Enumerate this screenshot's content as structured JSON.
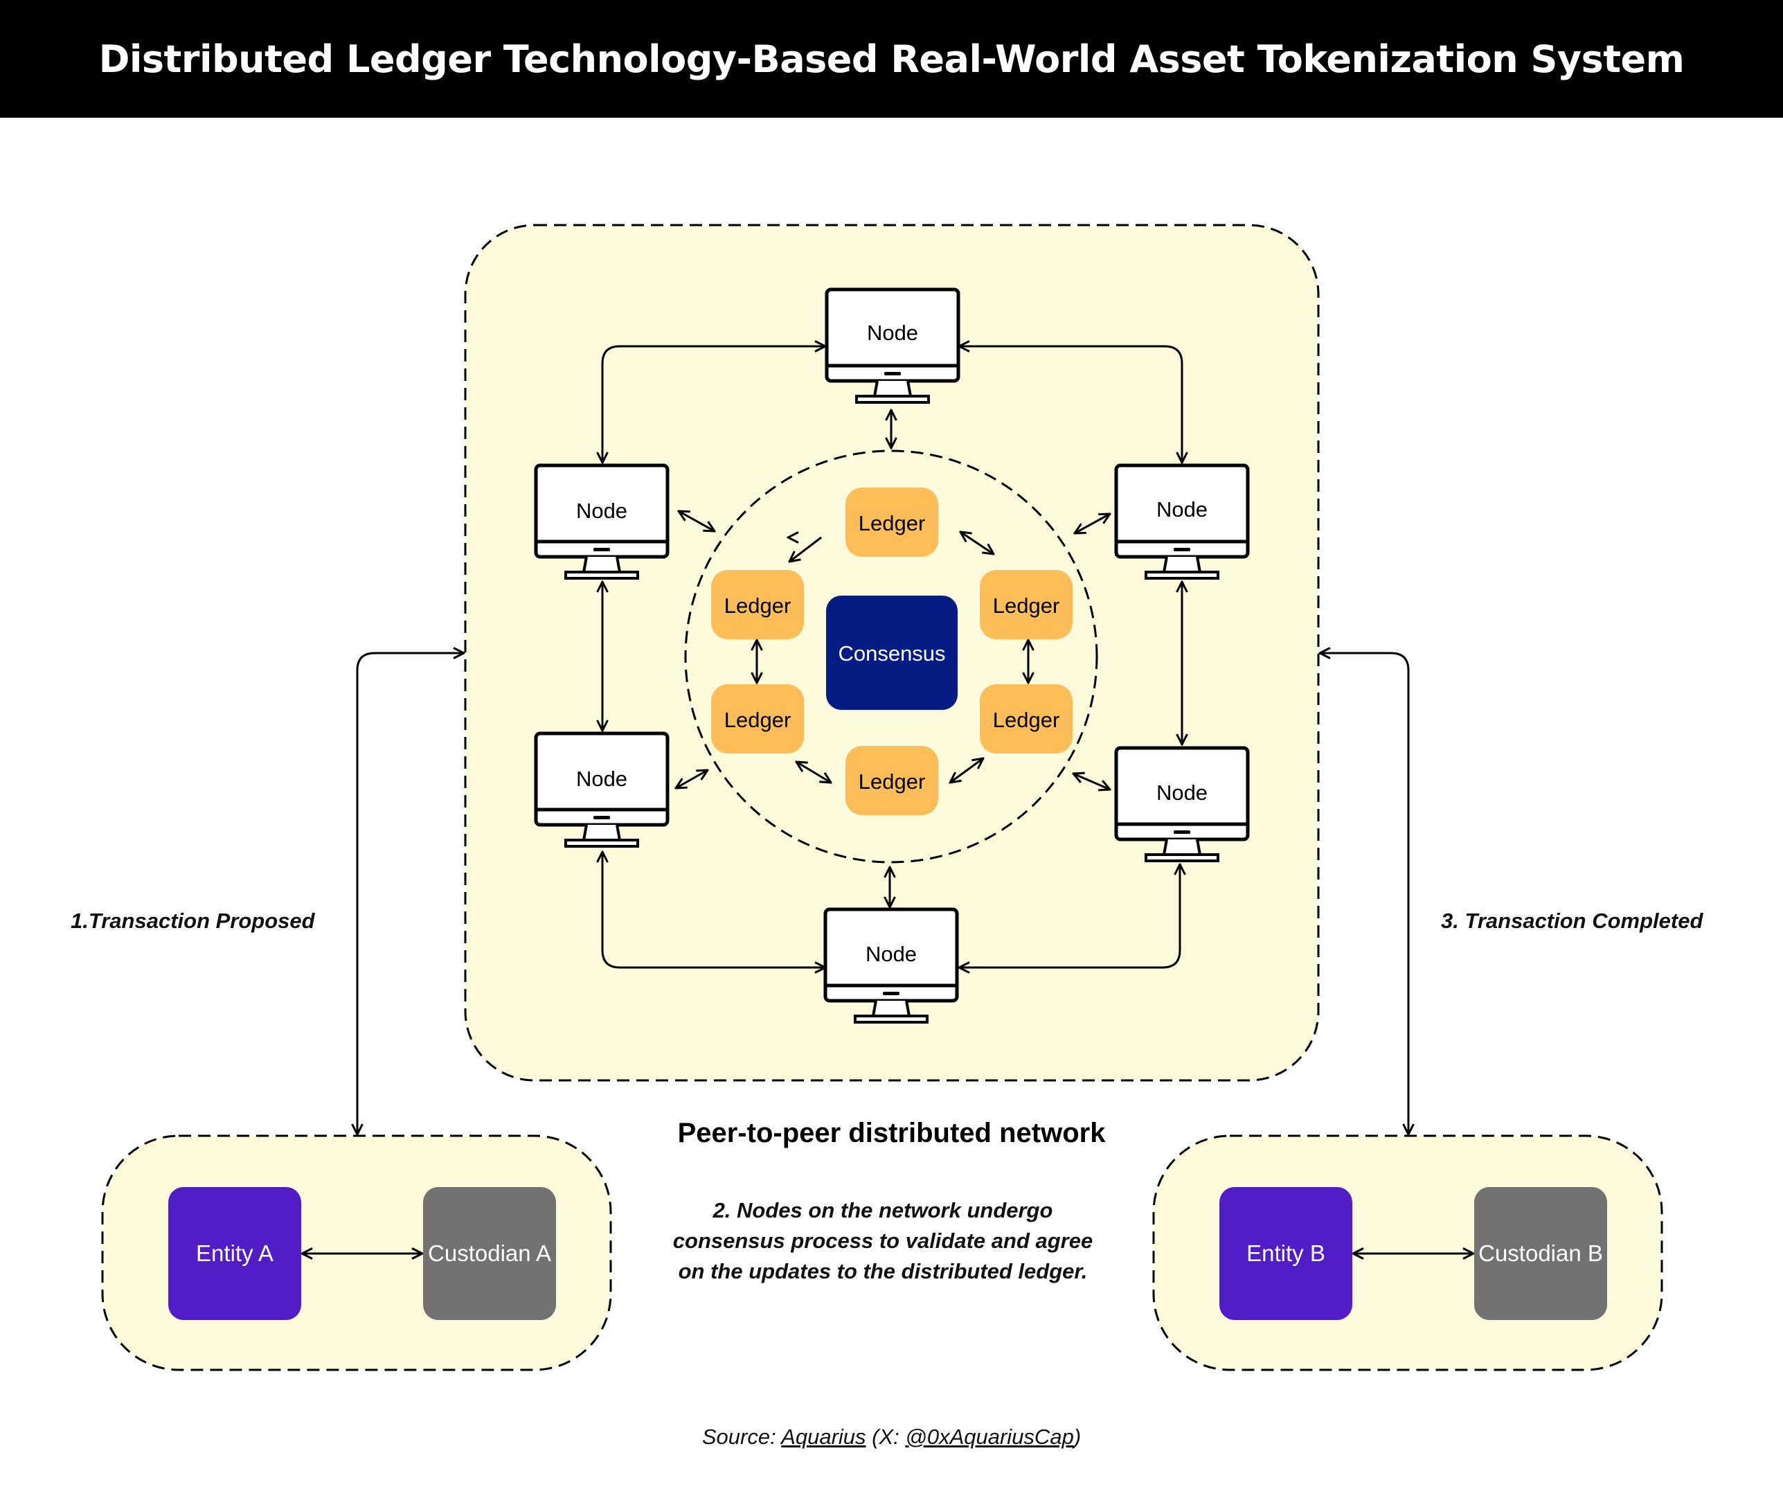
{
  "title": "Distributed Ledger Technology-Based Real-World Asset Tokenization System",
  "network": {
    "label": "Peer-to-peer distributed network",
    "node_label": "Node",
    "ledger_label": "Ledger",
    "consensus_label": "Consensus"
  },
  "steps": {
    "step1": "1.Transaction Proposed",
    "step2": "2. Nodes on the network undergo consensus process to validate and agree on the updates to the distributed ledger.",
    "step3": "3. Transaction Completed"
  },
  "left_group": {
    "entity": "Entity A",
    "custodian": "Custodian A"
  },
  "right_group": {
    "entity": "Entity B",
    "custodian": "Custodian B"
  },
  "source": {
    "prefix": "Source: ",
    "name": "Aquarius",
    "middle": " (X: ",
    "handle": "@0xAquariusCap",
    "suffix": ")"
  },
  "colors": {
    "panel_fill": "#fefbdd",
    "ledger": "#fdbd59",
    "consensus": "#041c83",
    "entity": "#511dc7",
    "custodian": "#727272"
  }
}
